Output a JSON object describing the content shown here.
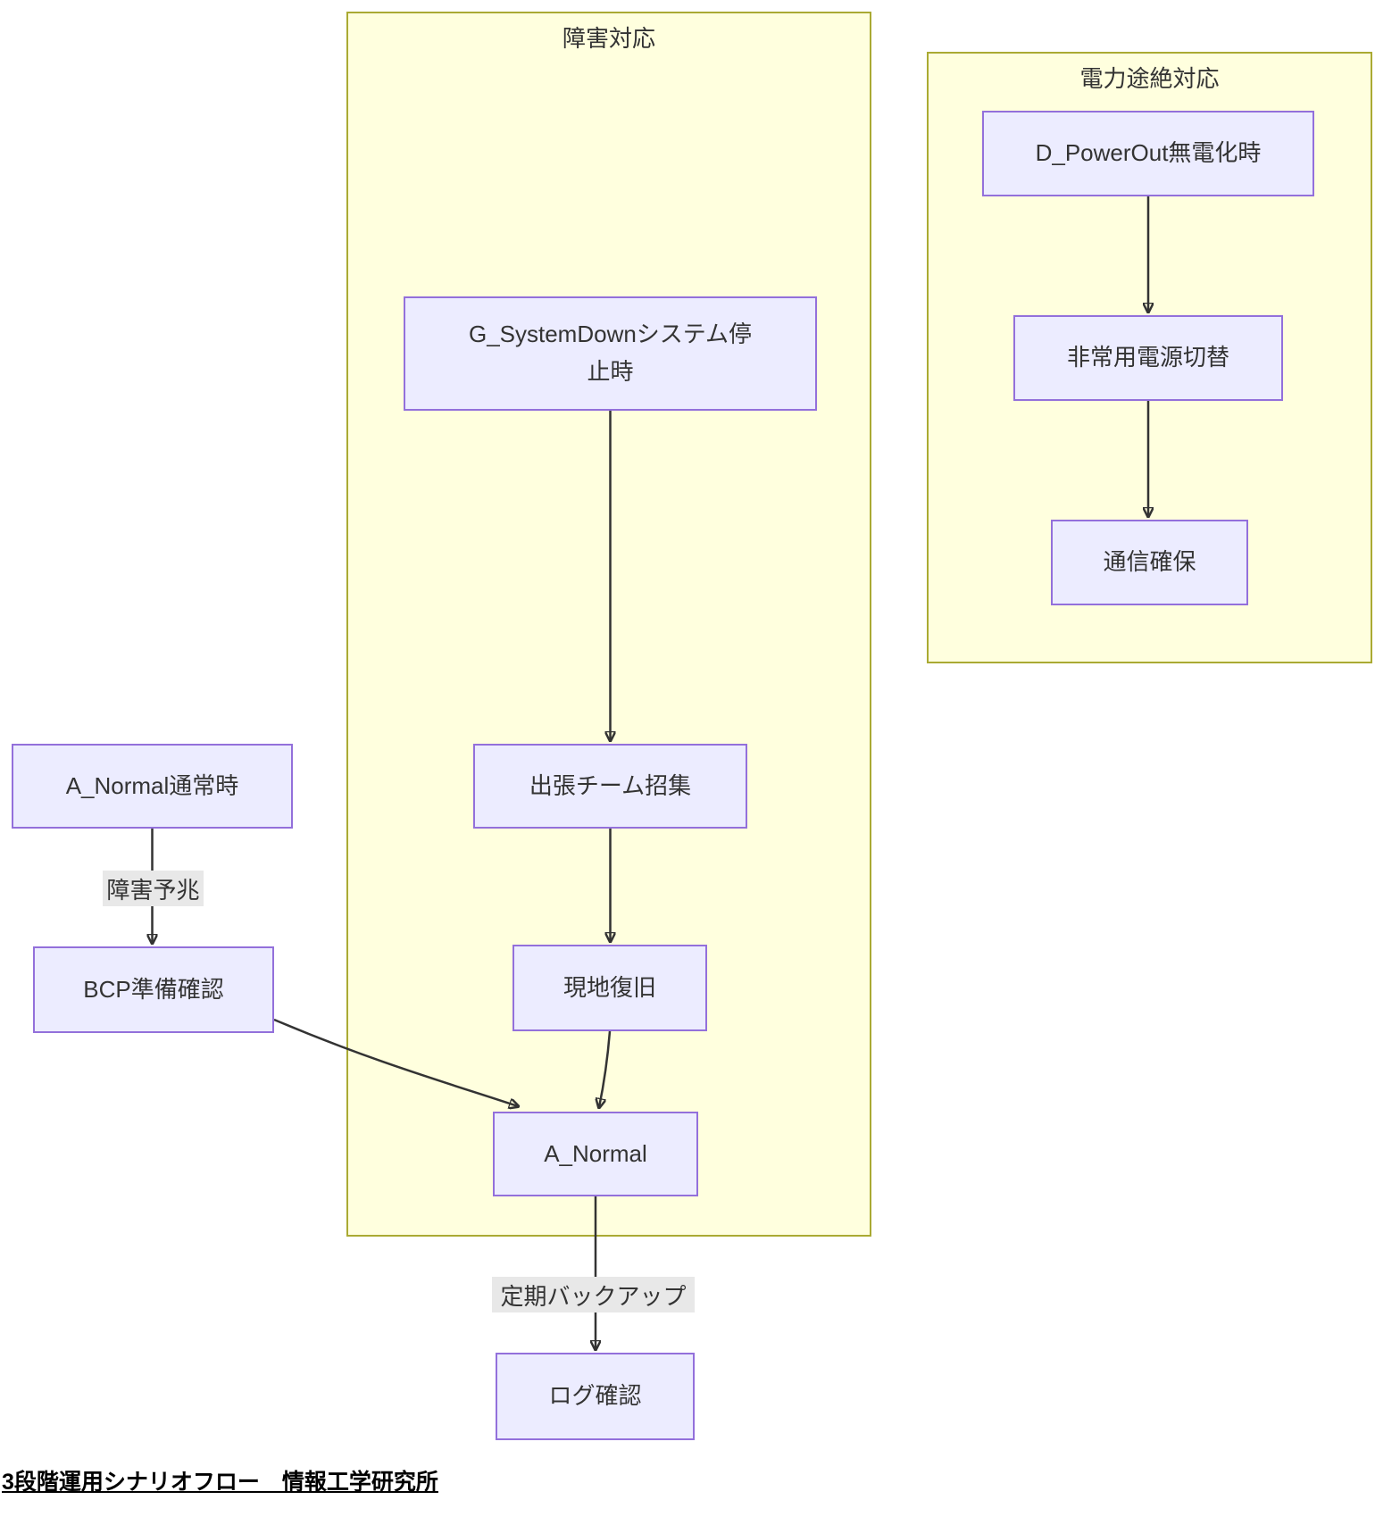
{
  "diagram": {
    "caption": "3段階運用シナリオフロー　情報工学研究所",
    "subgraphs": [
      {
        "id": "incident-response",
        "title": "障害対応"
      },
      {
        "id": "power-outage-response",
        "title": "電力途絶対応"
      }
    ],
    "nodes": {
      "a_start": "A_Normal通常時",
      "bcp": "BCP準備確認",
      "g_line1": "G_SystemDownシステム停",
      "g_line2": "止時",
      "team": "出張チーム招集",
      "recover": "現地復旧",
      "a_normal": "A_Normal",
      "log": "ログ確認",
      "d_power": "D_PowerOut無電化時",
      "backup_power": "非常用電源切替",
      "comm": "通信確保"
    },
    "edge_labels": {
      "failure_sign": "障害予兆",
      "periodic_backup": "定期バックアップ"
    },
    "colors": {
      "node_fill": "#ececff",
      "node_border": "#9370db",
      "subgraph_fill": "#ffffde",
      "subgraph_border": "#aaaa33",
      "edge": "#333333",
      "edge_label_bg": "#e8e8e8",
      "text": "#333333"
    }
  }
}
